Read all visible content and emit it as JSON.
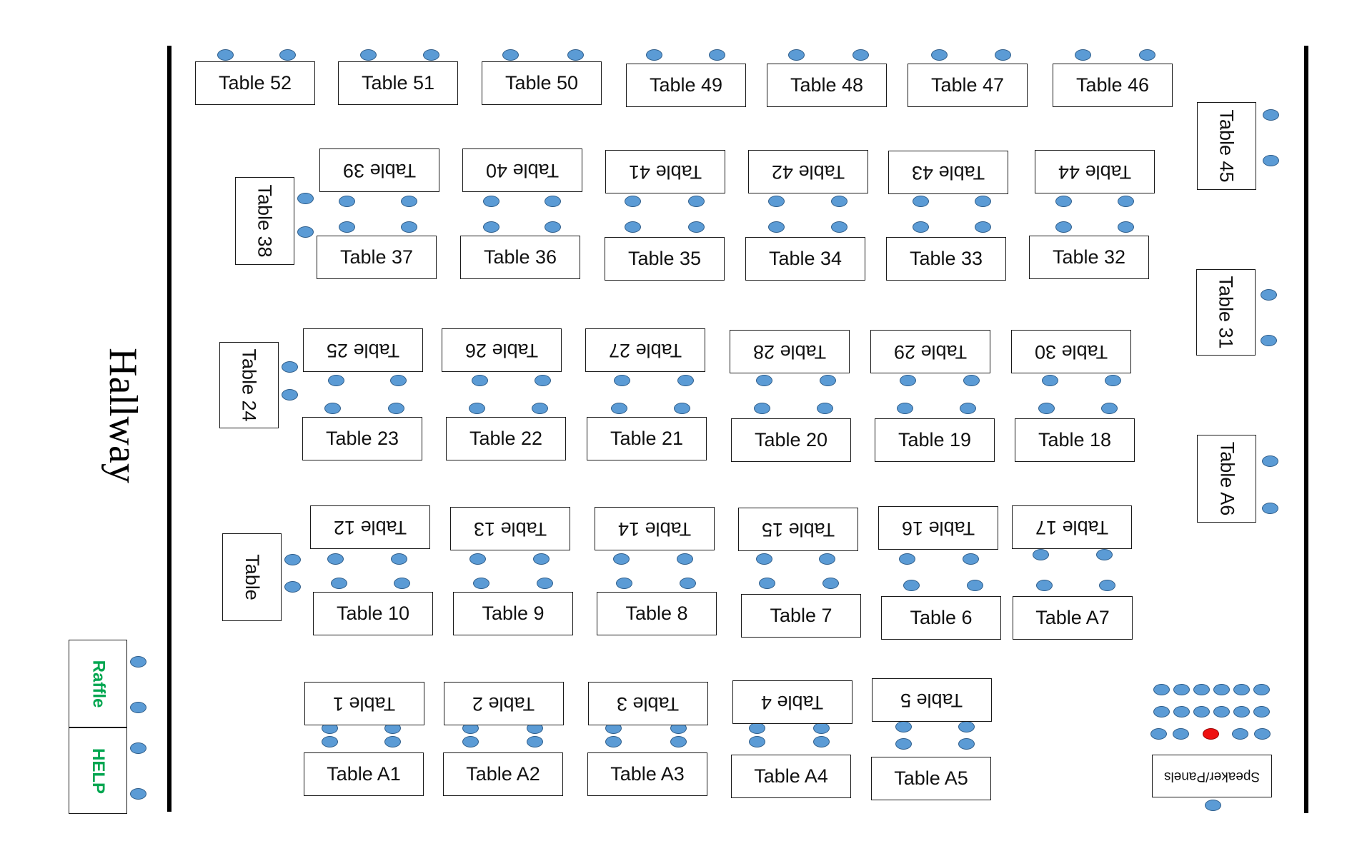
{
  "hallway_label": "Hallway",
  "colors": {
    "seat": "#5b9bd5",
    "podium_seat": "#ee1111",
    "green_label": "#00a650"
  },
  "tables": [
    {
      "id": "t52",
      "label": "Table 52",
      "orientation": "normal"
    },
    {
      "id": "t51",
      "label": "Table 51",
      "orientation": "normal"
    },
    {
      "id": "t50",
      "label": "Table 50",
      "orientation": "normal"
    },
    {
      "id": "t49",
      "label": "Table 49",
      "orientation": "normal"
    },
    {
      "id": "t48",
      "label": "Table 48",
      "orientation": "normal"
    },
    {
      "id": "t47",
      "label": "Table 47",
      "orientation": "normal"
    },
    {
      "id": "t46",
      "label": "Table 46",
      "orientation": "normal"
    },
    {
      "id": "t45",
      "label": "Table 45",
      "orientation": "vertical"
    },
    {
      "id": "t39",
      "label": "Table 39",
      "orientation": "upside-down"
    },
    {
      "id": "t40",
      "label": "Table 40",
      "orientation": "upside-down"
    },
    {
      "id": "t41",
      "label": "Table 41",
      "orientation": "upside-down"
    },
    {
      "id": "t42",
      "label": "Table 42",
      "orientation": "upside-down"
    },
    {
      "id": "t43",
      "label": "Table 43",
      "orientation": "upside-down"
    },
    {
      "id": "t44",
      "label": "Table 44",
      "orientation": "upside-down"
    },
    {
      "id": "t38",
      "label": "Table 38",
      "orientation": "vertical"
    },
    {
      "id": "t37",
      "label": "Table 37",
      "orientation": "normal"
    },
    {
      "id": "t36",
      "label": "Table 36",
      "orientation": "normal"
    },
    {
      "id": "t35",
      "label": "Table 35",
      "orientation": "normal"
    },
    {
      "id": "t34",
      "label": "Table 34",
      "orientation": "normal"
    },
    {
      "id": "t33",
      "label": "Table 33",
      "orientation": "normal"
    },
    {
      "id": "t32",
      "label": "Table 32",
      "orientation": "normal"
    },
    {
      "id": "t31",
      "label": "Table 31",
      "orientation": "vertical"
    },
    {
      "id": "t24",
      "label": "Table 24",
      "orientation": "vertical"
    },
    {
      "id": "t25",
      "label": "Table 25",
      "orientation": "upside-down"
    },
    {
      "id": "t26",
      "label": "Table 26",
      "orientation": "upside-down"
    },
    {
      "id": "t27",
      "label": "Table 27",
      "orientation": "upside-down"
    },
    {
      "id": "t28",
      "label": "Table 28",
      "orientation": "upside-down"
    },
    {
      "id": "t29",
      "label": "Table 29",
      "orientation": "upside-down"
    },
    {
      "id": "t30",
      "label": "Table 30",
      "orientation": "upside-down"
    },
    {
      "id": "t23",
      "label": "Table 23",
      "orientation": "normal"
    },
    {
      "id": "t22",
      "label": "Table 22",
      "orientation": "normal"
    },
    {
      "id": "t21",
      "label": "Table 21",
      "orientation": "normal"
    },
    {
      "id": "t20",
      "label": "Table 20",
      "orientation": "normal"
    },
    {
      "id": "t19",
      "label": "Table 19",
      "orientation": "normal"
    },
    {
      "id": "t18",
      "label": "Table 18",
      "orientation": "normal"
    },
    {
      "id": "tA6",
      "label": "Table A6",
      "orientation": "vertical"
    },
    {
      "id": "t12",
      "label": "Table 12",
      "orientation": "upside-down"
    },
    {
      "id": "t13",
      "label": "Table 13",
      "orientation": "upside-down"
    },
    {
      "id": "t14",
      "label": "Table 14",
      "orientation": "upside-down"
    },
    {
      "id": "t15",
      "label": "Table 15",
      "orientation": "upside-down"
    },
    {
      "id": "t16",
      "label": "Table 16",
      "orientation": "upside-down"
    },
    {
      "id": "t17",
      "label": "Table 17",
      "orientation": "upside-down"
    },
    {
      "id": "tTable",
      "label": "Table",
      "orientation": "vertical"
    },
    {
      "id": "t10",
      "label": "Table 10",
      "orientation": "normal"
    },
    {
      "id": "t9",
      "label": "Table 9",
      "orientation": "normal"
    },
    {
      "id": "t8",
      "label": "Table 8",
      "orientation": "normal"
    },
    {
      "id": "t7",
      "label": "Table 7",
      "orientation": "normal"
    },
    {
      "id": "t6",
      "label": "Table 6",
      "orientation": "normal"
    },
    {
      "id": "tA7",
      "label": "Table A7",
      "orientation": "normal"
    },
    {
      "id": "t1",
      "label": "Table 1",
      "orientation": "upside-down"
    },
    {
      "id": "t2",
      "label": "Table 2",
      "orientation": "upside-down"
    },
    {
      "id": "t3",
      "label": "Table 3",
      "orientation": "upside-down"
    },
    {
      "id": "t4",
      "label": "Table 4",
      "orientation": "upside-down"
    },
    {
      "id": "t5",
      "label": "Table 5",
      "orientation": "upside-down"
    },
    {
      "id": "tA1",
      "label": "Table A1",
      "orientation": "normal"
    },
    {
      "id": "tA2",
      "label": "Table A2",
      "orientation": "normal"
    },
    {
      "id": "tA3",
      "label": "Table A3",
      "orientation": "normal"
    },
    {
      "id": "tA4",
      "label": "Table A4",
      "orientation": "normal"
    },
    {
      "id": "tA5",
      "label": "Table A5",
      "orientation": "normal"
    },
    {
      "id": "raffle",
      "label": "Raffle",
      "orientation": "vertical"
    },
    {
      "id": "help",
      "label": "HELP",
      "orientation": "vertical"
    },
    {
      "id": "speaker",
      "label": "Speaker/Panels",
      "orientation": "upside-down"
    }
  ]
}
